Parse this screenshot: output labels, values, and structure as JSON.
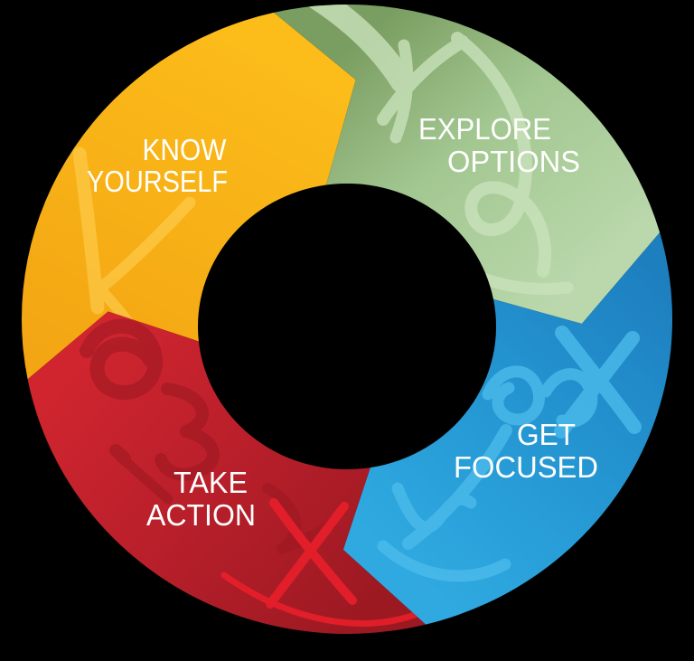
{
  "diagram": {
    "name": "career-cycle",
    "type": "cycle",
    "direction": "clockwise",
    "background": "#000000",
    "text_color": "#FFFFFF",
    "steps": [
      {
        "id": "know-yourself",
        "label": [
          "KNOW",
          "YOURSELF"
        ],
        "colors": {
          "start": "#FCBD1A",
          "end": "#F3A513",
          "scribble": "#FFD55F"
        }
      },
      {
        "id": "explore-options",
        "label": [
          "EXPLORE",
          "OPTIONS"
        ],
        "colors": {
          "start": "#7A9E61",
          "mid": "#A3C791",
          "end": "#BAD8AC",
          "scribble": "#C9E2BB"
        }
      },
      {
        "id": "get-focused",
        "label": [
          "GET",
          "FOCUSED"
        ],
        "colors": {
          "start": "#1E7FBF",
          "mid": "#2496D2",
          "end": "#2FA9E0",
          "scribble": "#4CBBEA"
        }
      },
      {
        "id": "take-action",
        "label": [
          "TAKE",
          "ACTION"
        ],
        "colors": {
          "start": "#D0252F",
          "mid": "#B71F2A",
          "end": "#9C1922",
          "scribble": "#9A1820",
          "scribble_bright": "#E8202B"
        }
      }
    ]
  }
}
